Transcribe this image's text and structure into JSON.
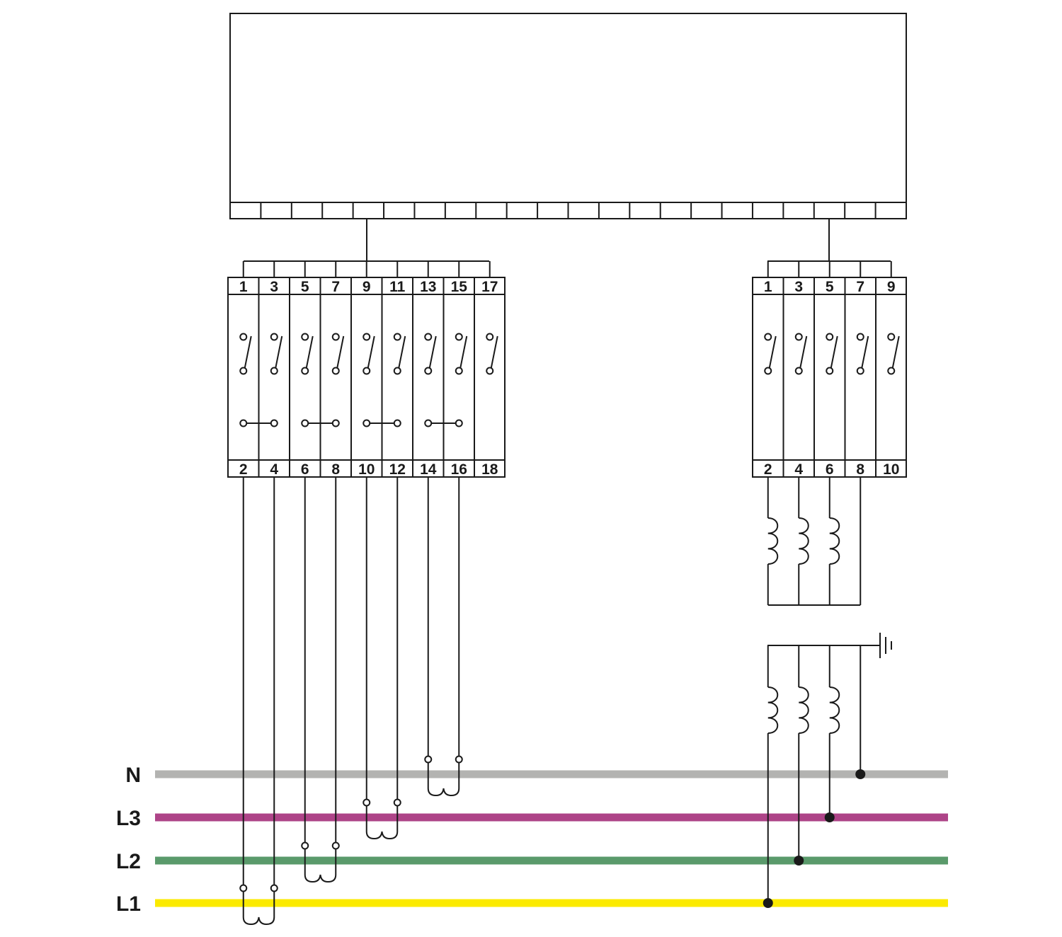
{
  "busbars": [
    {
      "label": "N",
      "color": "#b3b3b1"
    },
    {
      "label": "L3",
      "color": "#ae4488"
    },
    {
      "label": "L2",
      "color": "#5a9a6b"
    },
    {
      "label": "L1",
      "color": "#fbea00"
    }
  ],
  "left_block": {
    "top_terminals": [
      "1",
      "3",
      "5",
      "7",
      "9",
      "11",
      "13",
      "15",
      "17"
    ],
    "bottom_terminals": [
      "2",
      "4",
      "6",
      "8",
      "10",
      "12",
      "14",
      "16",
      "18"
    ]
  },
  "right_block": {
    "top_terminals": [
      "1",
      "3",
      "5",
      "7",
      "9"
    ],
    "bottom_terminals": [
      "2",
      "4",
      "6",
      "8",
      "10"
    ]
  },
  "colors": {
    "line": "#1a1a1a"
  }
}
